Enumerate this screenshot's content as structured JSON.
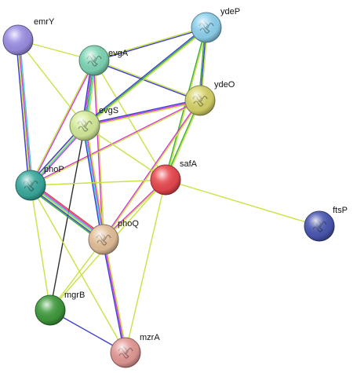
{
  "network": {
    "nodes": [
      {
        "id": "emrY",
        "label": "emrY",
        "color": "#9b8fe3",
        "has_structure": false
      },
      {
        "id": "evgA",
        "label": "evgA",
        "color": "#7fd6b6",
        "has_structure": true
      },
      {
        "id": "ydeP",
        "label": "ydeP",
        "color": "#8fd2ee",
        "has_structure": true
      },
      {
        "id": "ydeO",
        "label": "ydeO",
        "color": "#d7d36a",
        "has_structure": true
      },
      {
        "id": "evgS",
        "label": "evgS",
        "color": "#d4ec9a",
        "has_structure": true
      },
      {
        "id": "safA",
        "label": "safA",
        "color": "#e8484e",
        "has_structure": false
      },
      {
        "id": "phoP",
        "label": "phoP",
        "color": "#3aaa9e",
        "has_structure": true
      },
      {
        "id": "ftsP",
        "label": "ftsP",
        "color": "#4a58b2",
        "has_structure": true
      },
      {
        "id": "phoQ",
        "label": "phoQ",
        "color": "#e4c09a",
        "has_structure": true
      },
      {
        "id": "mgrB",
        "label": "mgrB",
        "color": "#3f9a3c",
        "has_structure": false
      },
      {
        "id": "mzrA",
        "label": "mzrA",
        "color": "#e49a96",
        "has_structure": true
      }
    ],
    "edge_colors": {
      "textmining": "#c6e03a",
      "coexpression": "#222222",
      "experiments": "#cc33cc",
      "databases": "#33cccc",
      "neighborhood": "#33aa33",
      "fusion": "#e03030",
      "cooccurrence": "#3333cc"
    },
    "edges": [
      {
        "from": "emrY",
        "to": "evgA",
        "types": [
          "textmining"
        ]
      },
      {
        "from": "emrY",
        "to": "evgS",
        "types": [
          "textmining"
        ]
      },
      {
        "from": "emrY",
        "to": "phoP",
        "types": [
          "databases",
          "experiments",
          "textmining",
          "cooccurrence"
        ]
      },
      {
        "from": "evgA",
        "to": "ydeP",
        "types": [
          "textmining",
          "cooccurrence"
        ]
      },
      {
        "from": "evgA",
        "to": "ydeO",
        "types": [
          "textmining",
          "cooccurrence"
        ]
      },
      {
        "from": "evgA",
        "to": "evgS",
        "types": [
          "textmining",
          "databases",
          "neighborhood",
          "experiments",
          "cooccurrence"
        ]
      },
      {
        "from": "evgA",
        "to": "safA",
        "types": [
          "textmining"
        ]
      },
      {
        "from": "evgA",
        "to": "phoP",
        "types": [
          "experiments",
          "textmining"
        ]
      },
      {
        "from": "evgA",
        "to": "phoQ",
        "types": [
          "textmining",
          "experiments"
        ]
      },
      {
        "from": "ydeP",
        "to": "ydeO",
        "types": [
          "textmining",
          "cooccurrence",
          "neighborhood"
        ]
      },
      {
        "from": "ydeP",
        "to": "evgS",
        "types": [
          "textmining",
          "neighborhood",
          "cooccurrence"
        ]
      },
      {
        "from": "ydeP",
        "to": "safA",
        "types": [
          "textmining",
          "neighborhood"
        ]
      },
      {
        "from": "ydeO",
        "to": "evgS",
        "types": [
          "textmining",
          "experiments",
          "cooccurrence"
        ]
      },
      {
        "from": "ydeO",
        "to": "safA",
        "types": [
          "textmining",
          "neighborhood"
        ]
      },
      {
        "from": "ydeO",
        "to": "phoP",
        "types": [
          "textmining",
          "experiments"
        ]
      },
      {
        "from": "ydeO",
        "to": "phoQ",
        "types": [
          "textmining",
          "experiments"
        ]
      },
      {
        "from": "evgS",
        "to": "safA",
        "types": [
          "textmining"
        ]
      },
      {
        "from": "evgS",
        "to": "phoP",
        "types": [
          "experiments",
          "databases",
          "textmining",
          "cooccurrence"
        ]
      },
      {
        "from": "evgS",
        "to": "phoQ",
        "types": [
          "textmining",
          "experiments",
          "databases",
          "cooccurrence"
        ]
      },
      {
        "from": "evgS",
        "to": "mgrB",
        "types": [
          "coexpression"
        ]
      },
      {
        "from": "safA",
        "to": "phoP",
        "types": [
          "textmining"
        ]
      },
      {
        "from": "safA",
        "to": "phoQ",
        "types": [
          "textmining",
          "experiments"
        ]
      },
      {
        "from": "safA",
        "to": "ftsP",
        "types": [
          "textmining"
        ]
      },
      {
        "from": "safA",
        "to": "mzrA",
        "types": [
          "textmining"
        ]
      },
      {
        "from": "safA",
        "to": "mgrB",
        "types": [
          "textmining"
        ]
      },
      {
        "from": "phoP",
        "to": "phoQ",
        "types": [
          "fusion",
          "experiments",
          "databases",
          "textmining",
          "cooccurrence",
          "neighborhood"
        ]
      },
      {
        "from": "phoP",
        "to": "mgrB",
        "types": [
          "textmining"
        ]
      },
      {
        "from": "phoP",
        "to": "mzrA",
        "types": [
          "textmining"
        ]
      },
      {
        "from": "phoQ",
        "to": "mgrB",
        "types": [
          "textmining"
        ]
      },
      {
        "from": "phoQ",
        "to": "mzrA",
        "types": [
          "textmining",
          "experiments",
          "cooccurrence"
        ]
      },
      {
        "from": "mgrB",
        "to": "mzrA",
        "types": [
          "cooccurrence"
        ]
      }
    ]
  }
}
